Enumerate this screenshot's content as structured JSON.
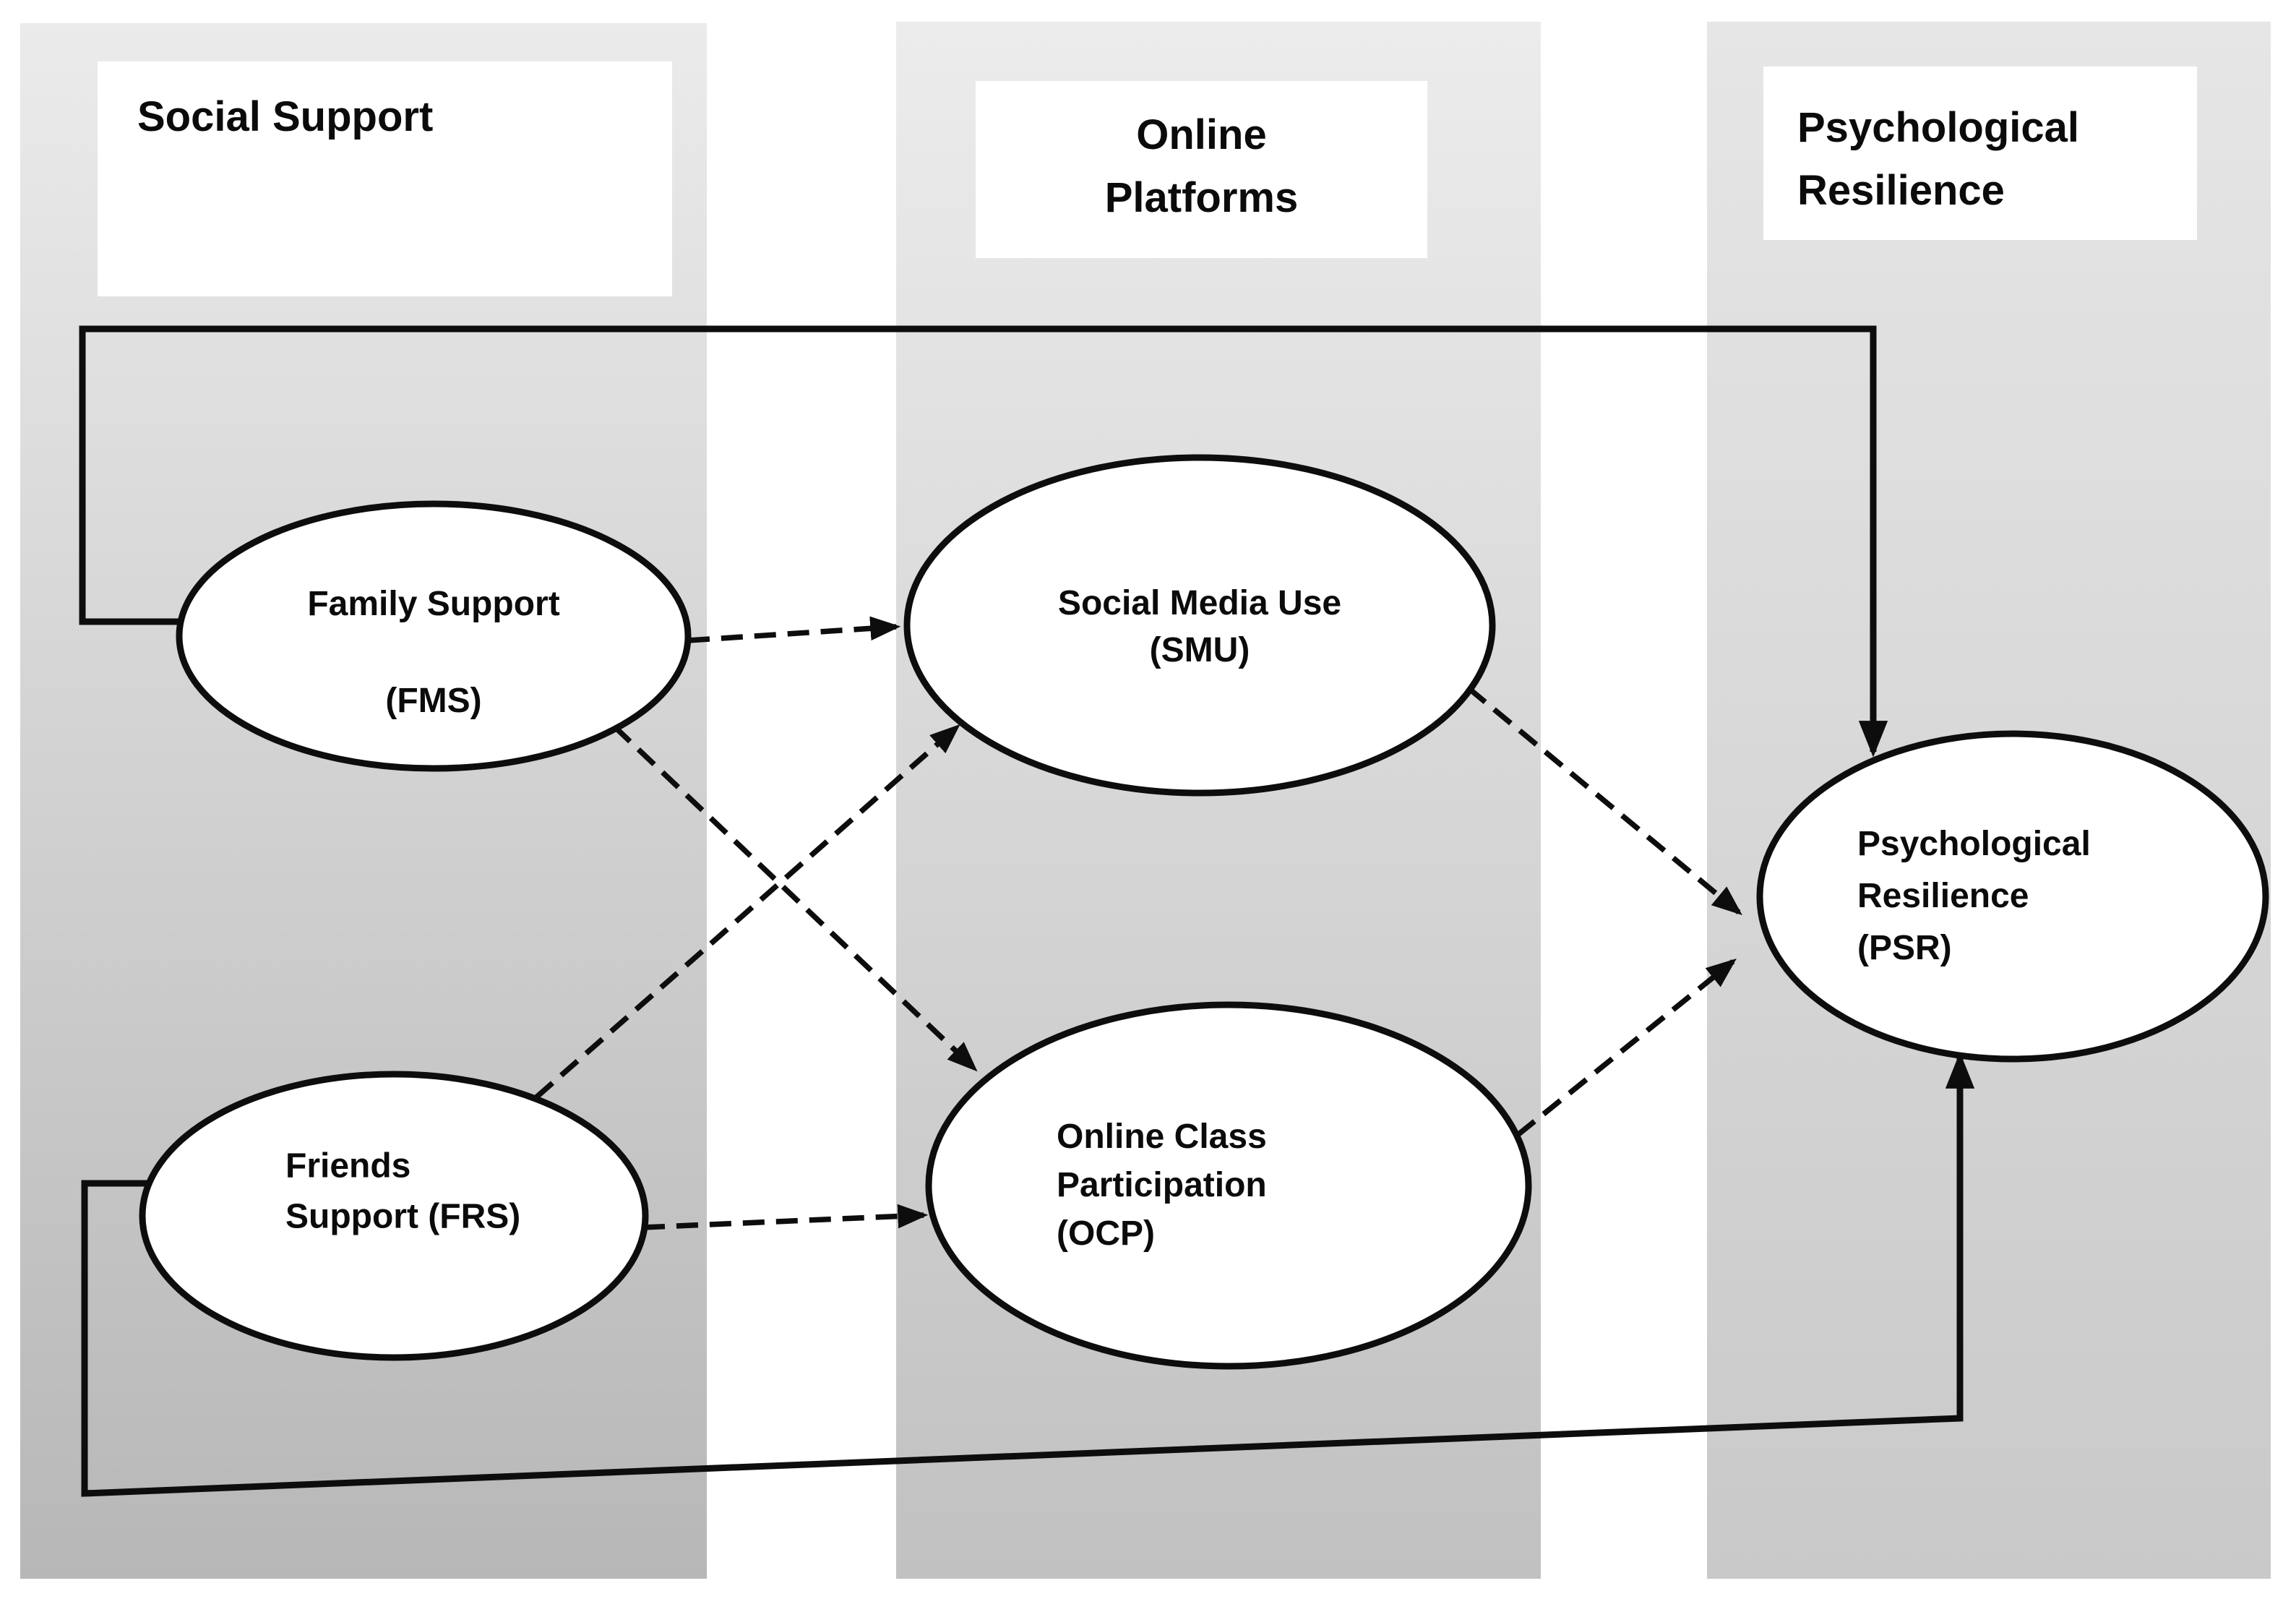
{
  "columns": [
    {
      "id": "social-support",
      "title": "Social Support"
    },
    {
      "id": "online-platforms",
      "title": "Online\nPlatforms"
    },
    {
      "id": "psychological-resilience",
      "title": "Psychological\nResilience"
    }
  ],
  "nodes": [
    {
      "id": "fms",
      "abbr": "FMS",
      "label": "Family Support\n\n(FMS)"
    },
    {
      "id": "frs",
      "abbr": "FRS",
      "label": "Friends\nSupport (FRS)"
    },
    {
      "id": "smu",
      "abbr": "SMU",
      "label": "Social Media Use\n(SMU)"
    },
    {
      "id": "ocp",
      "abbr": "OCP",
      "label": "Online Class\nParticipation\n(OCP)"
    },
    {
      "id": "psr",
      "abbr": "PSR",
      "label": "Psychological\nResilience\n(PSR)"
    }
  ],
  "edges": [
    {
      "from": "FMS",
      "to": "PSR",
      "style": "solid"
    },
    {
      "from": "FRS",
      "to": "PSR",
      "style": "solid"
    },
    {
      "from": "FMS",
      "to": "SMU",
      "style": "dashed"
    },
    {
      "from": "FMS",
      "to": "OCP",
      "style": "dashed"
    },
    {
      "from": "FRS",
      "to": "SMU",
      "style": "dashed"
    },
    {
      "from": "FRS",
      "to": "OCP",
      "style": "dashed"
    },
    {
      "from": "SMU",
      "to": "PSR",
      "style": "dashed"
    },
    {
      "from": "OCP",
      "to": "PSR",
      "style": "dashed"
    }
  ],
  "colors": {
    "background": "#ffffff",
    "panel_top": "#ebebeb",
    "panel_bottom": "#b7b7b7",
    "panel_mid_top": "#ececec",
    "panel_mid_bottom": "#c1c1c1",
    "panel_right_top": "#e6e6e6",
    "panel_right_bottom": "#c9c9c9",
    "box_fill": "#ffffff",
    "node_fill": "#ffffff",
    "stroke": "#0d0d0d"
  }
}
